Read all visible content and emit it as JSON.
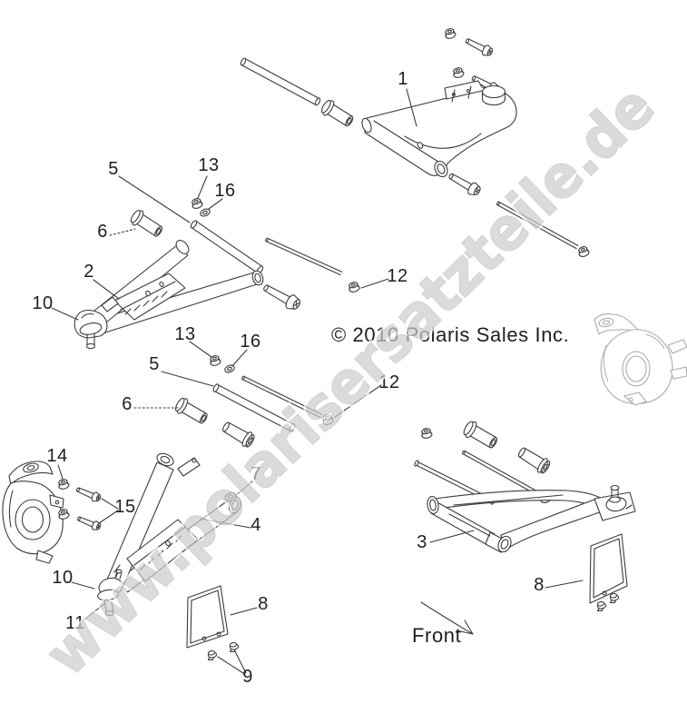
{
  "colors": {
    "bg": "#ffffff",
    "ink": "#3c3c3c",
    "metal": "#ababab",
    "label": "#1f1f1f",
    "wm_fill": "#cdcdcd",
    "wm_edge": "#b8b8b8",
    "wm_halo": "#ffffff"
  },
  "watermark": {
    "text": "www.polarisersatzteile.de"
  },
  "copyright": "© 2010 Polaris Sales Inc.",
  "front_label": "Front",
  "callouts": [
    {
      "label": "1"
    },
    {
      "label": "2"
    },
    {
      "label": "3"
    },
    {
      "label": "4"
    },
    {
      "label": "5"
    },
    {
      "label": "5"
    },
    {
      "label": "6"
    },
    {
      "label": "6"
    },
    {
      "label": "7"
    },
    {
      "label": "8"
    },
    {
      "label": "8"
    },
    {
      "label": "9"
    },
    {
      "label": "10"
    },
    {
      "label": "10"
    },
    {
      "label": "11"
    },
    {
      "label": "12"
    },
    {
      "label": "12"
    },
    {
      "label": "13"
    },
    {
      "label": "13"
    },
    {
      "label": "14"
    },
    {
      "label": "15"
    },
    {
      "label": "16"
    },
    {
      "label": "16"
    }
  ]
}
